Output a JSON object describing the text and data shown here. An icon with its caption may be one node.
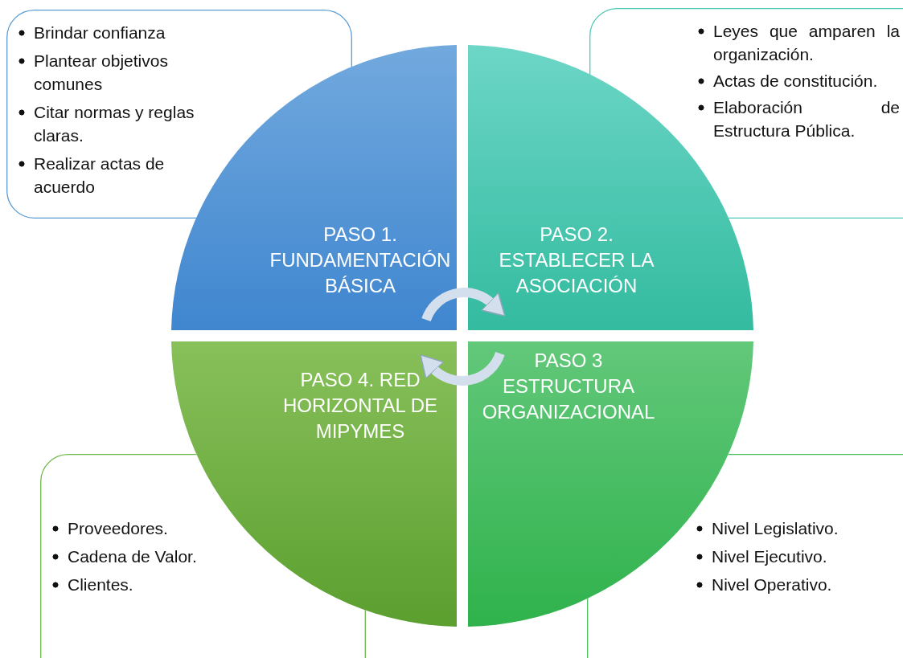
{
  "diagram": {
    "nodes": [
      {
        "text": [
          "Brindar confianza",
          "Plantear objetivos comunes",
          "Citar normas y reglas claras.",
          "Realizar actas de acuerdo"
        ]
      },
      {
        "text": [
          "Leyes que amparen la organización.",
          "Actas de constitución.",
          "Elaboración de Estructura Pública."
        ]
      },
      {
        "text": [
          "PASO 1. FUNDAMENTACIÓN BÁSICA"
        ]
      },
      {
        "text": [
          "PASO 2. ESTABLECER LA ASOCIACIÓN"
        ]
      },
      {
        "text": [
          "PASO 4. RED HORIZONTAL DE MIPYMES"
        ]
      },
      {
        "text": [
          "PASO 3 ESTRUCTURA ORGANIZACIONAL"
        ]
      },
      {
        "text": [
          "Proveedores.",
          "Cadena de Valor.",
          "Clientes."
        ]
      },
      {
        "text": [
          "Nivel Legislativo.",
          "Nivel Ejecutivo.",
          "Nivel Operativo."
        ]
      }
    ],
    "edges": [
      {
        "from": 2,
        "to": 3,
        "arrow": "to"
      },
      {
        "from": 5,
        "to": 4,
        "arrow": "to"
      }
    ]
  }
}
